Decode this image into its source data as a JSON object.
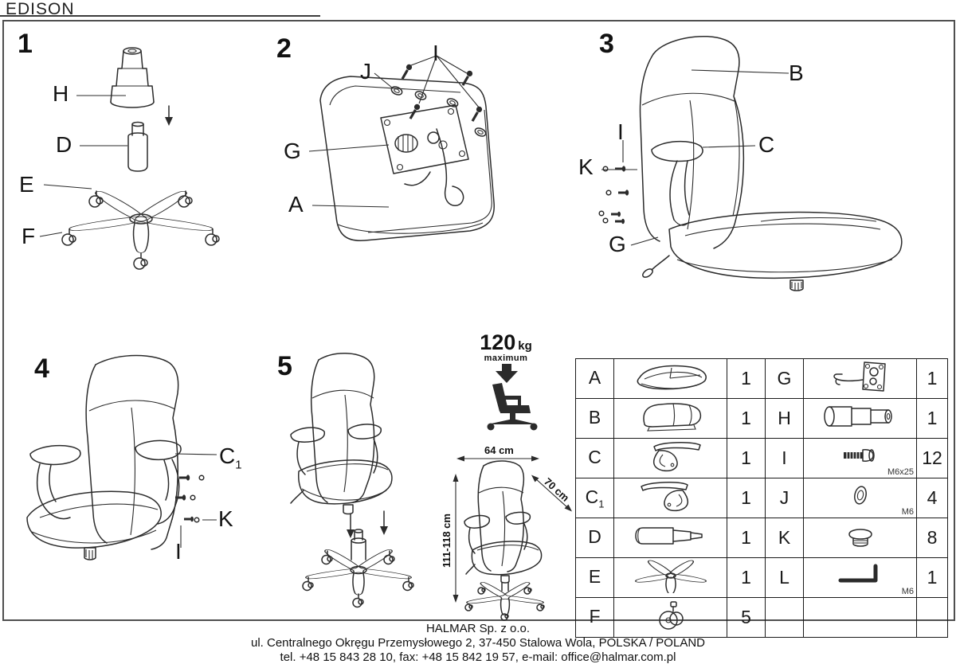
{
  "title": "EDISON",
  "panels": {
    "p1": {
      "num": "1",
      "h": "H",
      "d": "D",
      "e": "E",
      "f": "F"
    },
    "p2": {
      "num": "2",
      "j": "J",
      "i": "I",
      "g": "G",
      "a": "A"
    },
    "p3": {
      "num": "3",
      "b": "B",
      "c": "C",
      "i": "I",
      "k": "K",
      "g": "G"
    },
    "p4": {
      "num": "4",
      "c": "C",
      "csub": "1",
      "k": "K",
      "i": "I"
    },
    "p5": {
      "num": "5"
    }
  },
  "weight_limit": {
    "value": "120",
    "unit": "kg",
    "note": "maximum"
  },
  "dimensions": {
    "width": "64 cm",
    "depth": "70 cm",
    "height": "111-118 cm"
  },
  "parts_table": {
    "rows": [
      {
        "letter": "A",
        "sub": "",
        "qty": "1",
        "letter2": "G",
        "qty2": "1",
        "spec2": ""
      },
      {
        "letter": "B",
        "sub": "",
        "qty": "1",
        "letter2": "H",
        "qty2": "1",
        "spec2": ""
      },
      {
        "letter": "C",
        "sub": "",
        "qty": "1",
        "letter2": "I",
        "qty2": "12",
        "spec2": "M6x25"
      },
      {
        "letter": "C",
        "sub": "1",
        "qty": "1",
        "letter2": "J",
        "qty2": "4",
        "spec2": "M6"
      },
      {
        "letter": "D",
        "sub": "",
        "qty": "1",
        "letter2": "K",
        "qty2": "8",
        "spec2": ""
      },
      {
        "letter": "E",
        "sub": "",
        "qty": "1",
        "letter2": "L",
        "qty2": "1",
        "spec2": "M6"
      },
      {
        "letter": "F",
        "sub": "",
        "qty": "5",
        "letter2": "",
        "qty2": "",
        "spec2": ""
      }
    ]
  },
  "footer": {
    "line1": "HALMAR Sp. z o.o.",
    "line2": "ul. Centralnego Okręgu Przemysłowego 2, 37-450 Stalowa Wola, POLSKA / POLAND",
    "line3": "tel. +48 15 843 28 10, fax: +48 15 842 19 57, e-mail: office@halmar.com.pl"
  }
}
